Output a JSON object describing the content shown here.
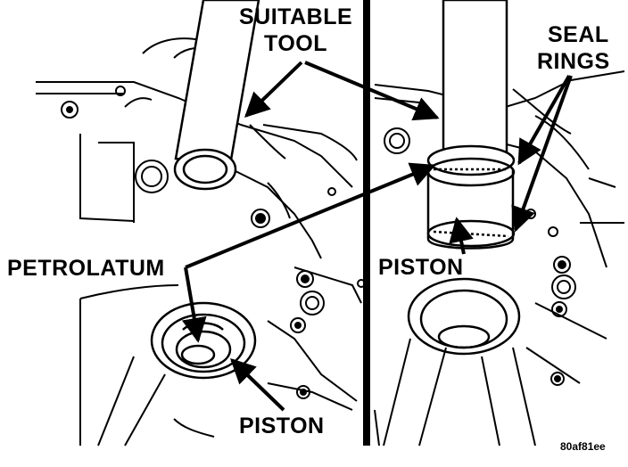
{
  "labels": {
    "suitable_tool_line1": "SUITABLE",
    "suitable_tool_line2": "TOOL",
    "seal_rings_line1": "SEAL",
    "seal_rings_line2": "RINGS",
    "petrolatum": "PETROLATUM",
    "piston_right": "PISTON",
    "piston_bottom": "PISTON"
  },
  "reference_code": "80af81ee",
  "colors": {
    "ink": "#000000",
    "paper": "#ffffff"
  }
}
